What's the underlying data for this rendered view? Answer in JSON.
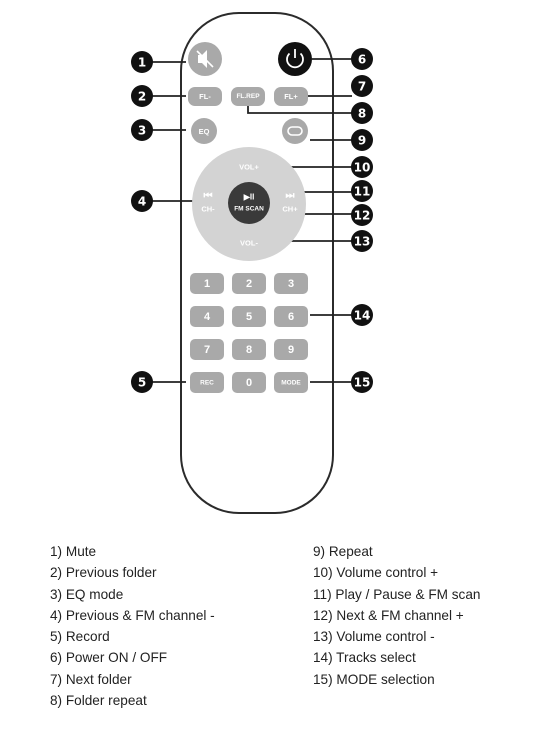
{
  "buttons": {
    "fl_minus": "FL-",
    "fl_rep": "FL.REP",
    "fl_plus": "FL+",
    "eq": "EQ",
    "vol_plus": "VOL+",
    "vol_minus": "VOL-",
    "ch_minus": "CH-",
    "ch_plus": "CH+",
    "fm_scan": "FM SCAN",
    "prev_glyph": "⏮",
    "next_glyph": "⏭",
    "play_glyph": "▶II",
    "num_1": "1",
    "num_2": "2",
    "num_3": "3",
    "num_4": "4",
    "num_5": "5",
    "num_6": "6",
    "num_7": "7",
    "num_8": "8",
    "num_9": "9",
    "rec": "REC",
    "num_0": "0",
    "mode": "MODE"
  },
  "icons": {
    "mute": "mute-icon",
    "power": "power-icon",
    "repeat": "repeat-icon"
  },
  "callouts": [
    "1",
    "2",
    "3",
    "4",
    "5",
    "6",
    "7",
    "8",
    "9",
    "10",
    "11",
    "12",
    "13",
    "14",
    "15"
  ],
  "legend": {
    "left": [
      "1) Mute",
      "2) Previous folder",
      "3) EQ mode",
      "4) Previous & FM channel -",
      "5) Record",
      "6) Power ON / OFF",
      "7) Next folder",
      "8) Folder repeat"
    ],
    "right": [
      "9) Repeat",
      "10) Volume control +",
      "11) Play / Pause & FM scan",
      "12) Next & FM channel +",
      "13) Volume control -",
      "14) Tracks select",
      "15) MODE selection"
    ]
  },
  "colors": {
    "button_gray": "#a9a9a9",
    "ring_gray": "#d3d3d3",
    "center_dark": "#3a3a3a",
    "callout_black": "#111111",
    "outline": "#2b2b2b"
  }
}
